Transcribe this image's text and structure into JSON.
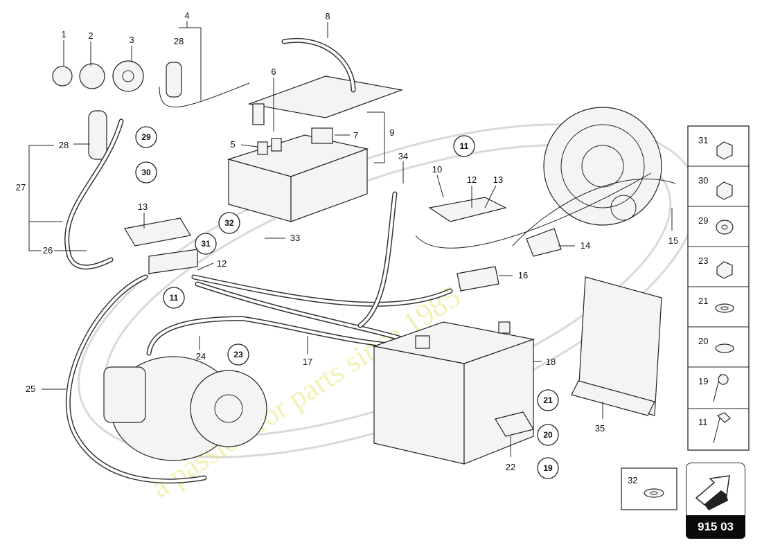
{
  "diagram": {
    "callouts": {
      "c1": "1",
      "c2": "2",
      "c3": "3",
      "c4": "4",
      "c28a": "28",
      "c8": "8",
      "c6": "6",
      "c7": "7",
      "c5": "5",
      "c9": "9",
      "c28b": "28",
      "c27": "27",
      "c26": "26",
      "c13a": "13",
      "c12a": "12",
      "c33": "33",
      "c34": "34",
      "c10": "10",
      "c12b": "12",
      "c13b": "13",
      "c14": "14",
      "c15": "15",
      "c16": "16",
      "c17": "17",
      "c18": "18",
      "c22": "22",
      "c24": "24",
      "c25": "25",
      "c35": "35"
    },
    "circled": {
      "k29": "29",
      "k30": "30",
      "k32": "32",
      "k31": "31",
      "k11a": "11",
      "k11b": "11",
      "k23": "23",
      "k21": "21",
      "k20": "20",
      "k19": "19"
    },
    "watermark": "a passion for parts since 1985"
  },
  "legend": {
    "items": [
      "31",
      "30",
      "29",
      "23",
      "21",
      "20",
      "19",
      "11"
    ],
    "washer_label": "32"
  },
  "page_number": "915 03"
}
